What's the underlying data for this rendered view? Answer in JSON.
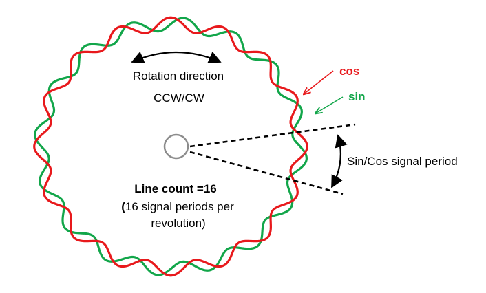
{
  "labels": {
    "rotation_direction": "Rotation direction",
    "ccw_cw": "CCW/CW",
    "line_count": "Line count =16",
    "periods_line1_paren": "(",
    "periods_line1_rest": "16 signal periods per",
    "periods_line2": "revolution)",
    "period_label": "Sin/Cos signal period",
    "cos": "cos",
    "sin": "sin"
  },
  "signal": {
    "line_count": 16
  },
  "colors": {
    "cos": "#e8191c",
    "sin": "#12a64a",
    "hub": "#8c8c8c",
    "ink": "#000000"
  }
}
